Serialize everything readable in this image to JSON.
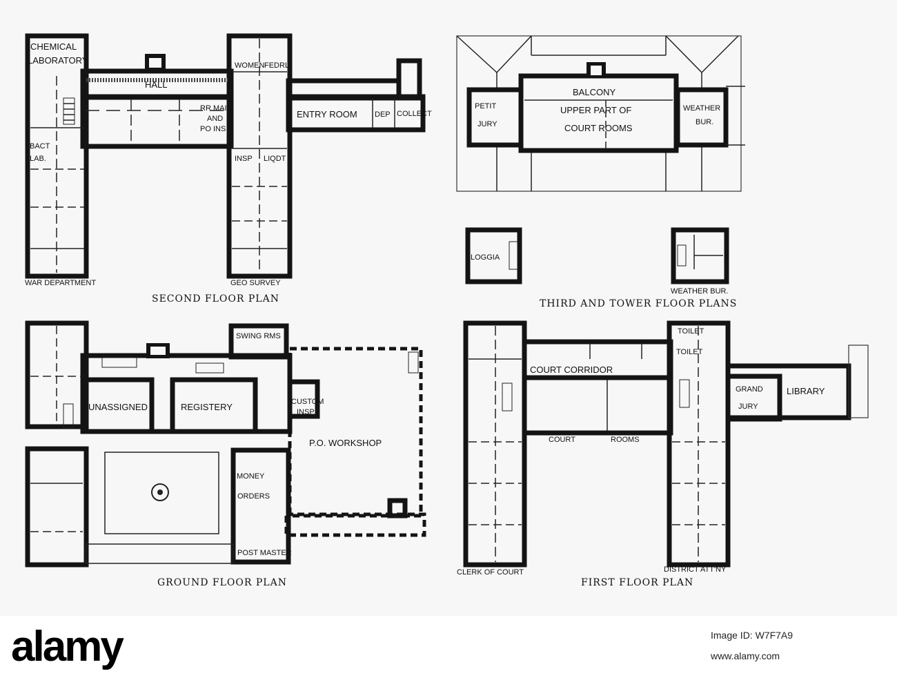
{
  "captions": {
    "second": "SECOND FLOOR PLAN",
    "third": "THIRD AND TOWER FLOOR PLANS",
    "ground": "GROUND FLOOR PLAN",
    "first": "FIRST FLOOR PLAN"
  },
  "second_floor": {
    "chemical": "CHEMICAL",
    "laboratory": "LABORATORY",
    "hall": "HALL",
    "women": "WOMEN",
    "fedrl": "FEDRL",
    "rr_mail": "RR MAIL",
    "and": "AND",
    "po_ins": "PO INS",
    "entry_room": "ENTRY ROOM",
    "dep": "DEP",
    "collect": "COLLECT",
    "bact": "BACT",
    "lab": "LAB.",
    "insp": "INSP",
    "liqdt": "LIQDT",
    "war_department": "WAR DEPARTMENT",
    "geo_survey": "GEO SURVEY"
  },
  "third_floor": {
    "balcony": "BALCONY",
    "petit": "PETIT",
    "jury": "JURY",
    "upper_part_of": "UPPER PART OF",
    "court_rooms": "COURT ROOMS",
    "weather": "WEATHER",
    "bur": "BUR.",
    "loggia": "LOGGIA",
    "weather_bur": "WEATHER BUR."
  },
  "ground_floor": {
    "swing_rms": "SWING RMS",
    "unassigned": "UNASSIGNED",
    "registery": "REGISTERY",
    "custom": "CUSTOM",
    "insp": "INSP",
    "po_workshop": "P.O. WORKSHOP",
    "money": "MONEY",
    "orders": "ORDERS",
    "post_master": "POST MASTER"
  },
  "first_floor": {
    "toilet_1": "TOILET",
    "toilet_2": "TOILET",
    "court_corridor": "COURT CORRIDOR",
    "grand": "GRAND",
    "jury": "JURY",
    "library": "LIBRARY",
    "court": "COURT",
    "rooms": "ROOMS",
    "clerk_of_court": "CLERK OF COURT",
    "district_attny": "DISTRICT ATT'NY"
  },
  "footer": {
    "brand": "alamy",
    "image_id": "Image ID: W7F7A9",
    "url": "www.alamy.com"
  }
}
